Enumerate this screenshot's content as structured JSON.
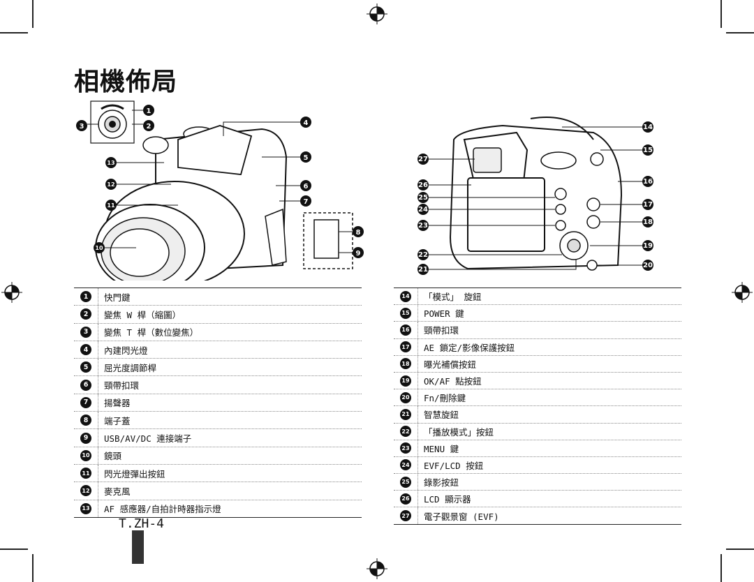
{
  "page_title": "相機佈局",
  "page_number": "T.ZH-4",
  "left_legend": [
    {
      "n": "1",
      "label": "快門鍵"
    },
    {
      "n": "2",
      "label": "變焦 W 桿（縮圖）"
    },
    {
      "n": "3",
      "label": "變焦 T 桿（數位變焦）"
    },
    {
      "n": "4",
      "label": "內建閃光燈"
    },
    {
      "n": "5",
      "label": "屈光度調節桿"
    },
    {
      "n": "6",
      "label": "頸帶扣環"
    },
    {
      "n": "7",
      "label": "揚聲器"
    },
    {
      "n": "8",
      "label": "端子蓋"
    },
    {
      "n": "9",
      "label": "USB/AV/DC 連接端子"
    },
    {
      "n": "10",
      "label": "鏡頭"
    },
    {
      "n": "11",
      "label": "閃光燈彈出按鈕"
    },
    {
      "n": "12",
      "label": "麥克風"
    },
    {
      "n": "13",
      "label": "AF 感應器/自拍計時器指示燈"
    }
  ],
  "right_legend": [
    {
      "n": "14",
      "label": "「模式」 旋鈕"
    },
    {
      "n": "15",
      "label": "POWER 鍵"
    },
    {
      "n": "16",
      "label": "頸帶扣環"
    },
    {
      "n": "17",
      "label": "AE 鎖定/影像保護按鈕"
    },
    {
      "n": "18",
      "label": "曝光補償按鈕"
    },
    {
      "n": "19",
      "label": "OK/AF 點按鈕"
    },
    {
      "n": "20",
      "label": "Fn/刪除鍵"
    },
    {
      "n": "21",
      "label": "智慧旋鈕"
    },
    {
      "n": "22",
      "label": "「播放模式」按鈕"
    },
    {
      "n": "23",
      "label": "MENU 鍵"
    },
    {
      "n": "24",
      "label": "EVF/LCD 按鈕"
    },
    {
      "n": "25",
      "label": "錄影按鈕"
    },
    {
      "n": "26",
      "label": "LCD 顯示器"
    },
    {
      "n": "27",
      "label": "電子觀景窗 (EVF)"
    }
  ],
  "icons": {
    "registration": "registration-mark-icon",
    "front_camera": "camera-front-illustration",
    "back_camera": "camera-back-illustration"
  }
}
